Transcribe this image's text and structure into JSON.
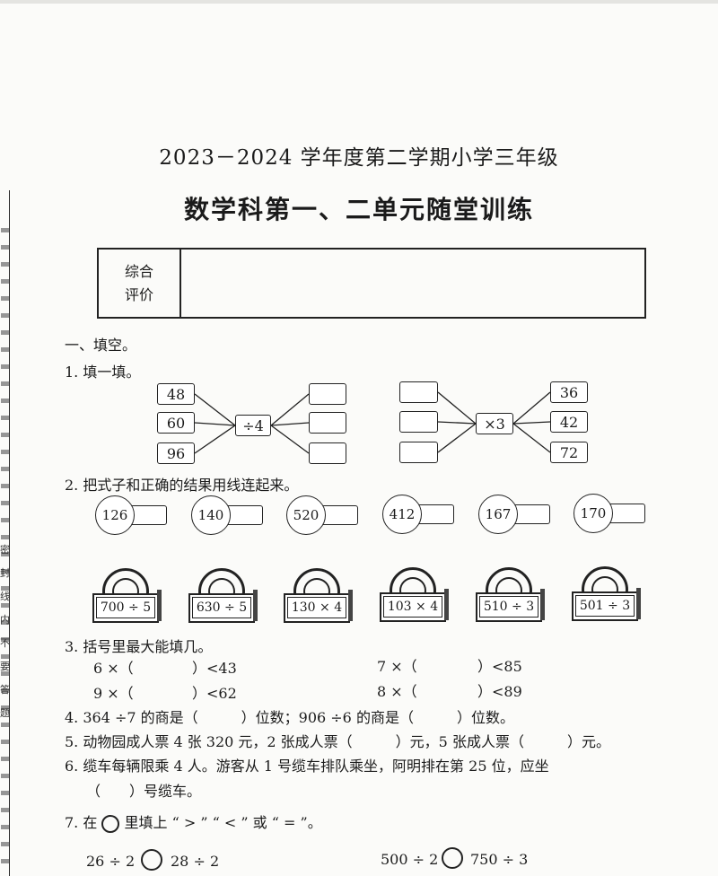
{
  "header": {
    "title_line1": "2023－2024 学年度第二学期小学三年级",
    "title_line2": "数学科第一、二单元随堂训练",
    "eval_label_l1": "综合",
    "eval_label_l2": "评价"
  },
  "margin_text": "密封线内不要答题",
  "section1": {
    "heading": "一、填空。"
  },
  "q1": {
    "label": "1. 填一填。",
    "left_inputs": [
      "48",
      "60",
      "96"
    ],
    "left_op": "÷4",
    "right_op": "×3",
    "right_outputs": [
      "36",
      "42",
      "72"
    ]
  },
  "q2": {
    "label": "2. 把式子和正确的结果用线连起来。",
    "results": [
      "126",
      "140",
      "520",
      "412",
      "167",
      "170"
    ],
    "expressions": [
      "700 ÷ 5",
      "630 ÷ 5",
      "130 × 4",
      "103 × 4",
      "510 ÷ 3",
      "501 ÷ 3"
    ]
  },
  "q3": {
    "label": "3. 括号里最大能填几。",
    "items": [
      {
        "left": "6 ×（",
        "right": "）<43"
      },
      {
        "left": "7 ×（",
        "right": "）<85"
      },
      {
        "left": "9 ×（",
        "right": "）<62"
      },
      {
        "left": "8 ×（",
        "right": "）<89"
      }
    ]
  },
  "q4": {
    "text": "4. 364 ÷7 的商是（　　　）位数；906 ÷6 的商是（　　　）位数。"
  },
  "q5": {
    "text": "5. 动物园成人票 4 张 320 元，2 张成人票（　　　）元，5 张成人票（　　　）元。"
  },
  "q6": {
    "line1": "6. 缆车每辆限乘 4 人。游客从 1 号缆车排队乘坐，阿明排在第 25 位，应坐",
    "line2": "（　　）号缆车。"
  },
  "q7": {
    "label_pre": "7. 在",
    "label_post": "里填上 “ > ” “ < ” 或 “ = ”。",
    "items": [
      {
        "left": "26 ÷ 2",
        "right": "28 ÷ 2"
      },
      {
        "left": "500 ÷ 2",
        "right": "750 ÷ 3"
      }
    ]
  }
}
